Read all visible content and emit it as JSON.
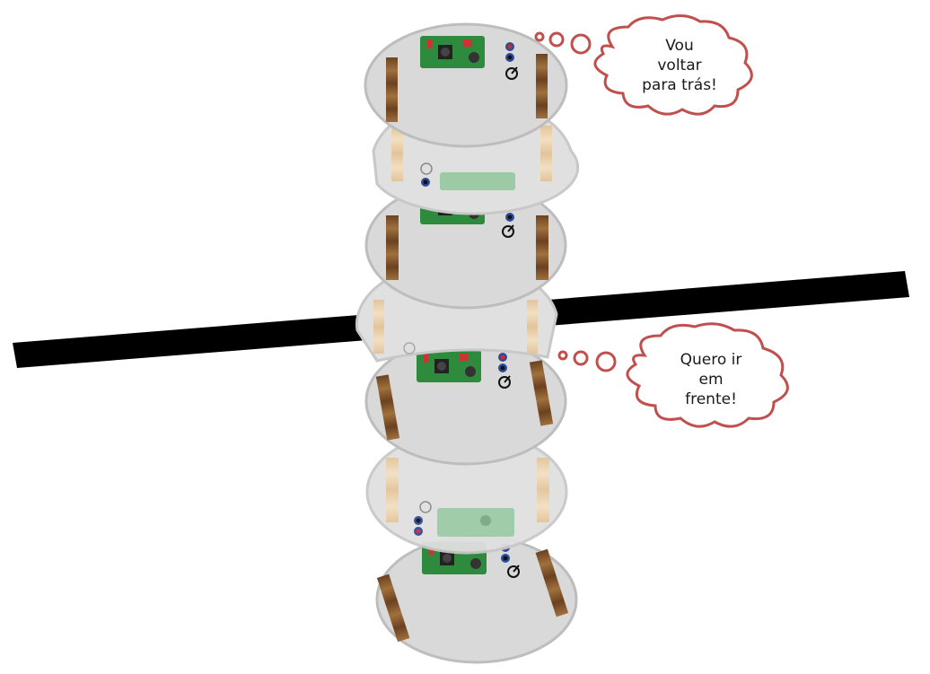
{
  "colors": {
    "line": "#000000",
    "robot_body": "#d9d9d9",
    "robot_outline": "#a6a6a6",
    "wood_dark": "#8a5a2b",
    "wood_light": "#e8cfa8",
    "pcb": "#2e8b3e",
    "bubble_outline": "#c0504d",
    "led_red": "#d62828",
    "led_blue": "#2b4c9a"
  },
  "robots": [
    {
      "state": "current",
      "faded": false
    },
    {
      "state": "ghost",
      "faded": true
    },
    {
      "state": "current",
      "faded": false
    },
    {
      "state": "ghost",
      "faded": true
    },
    {
      "state": "current",
      "faded": false
    },
    {
      "state": "ghost",
      "faded": true
    },
    {
      "state": "current",
      "faded": false
    }
  ],
  "thought_bubbles": [
    {
      "lines": [
        "Vou",
        "voltar",
        "para trás!"
      ]
    },
    {
      "lines": [
        "Quero ir",
        "em",
        "frente!"
      ]
    }
  ]
}
